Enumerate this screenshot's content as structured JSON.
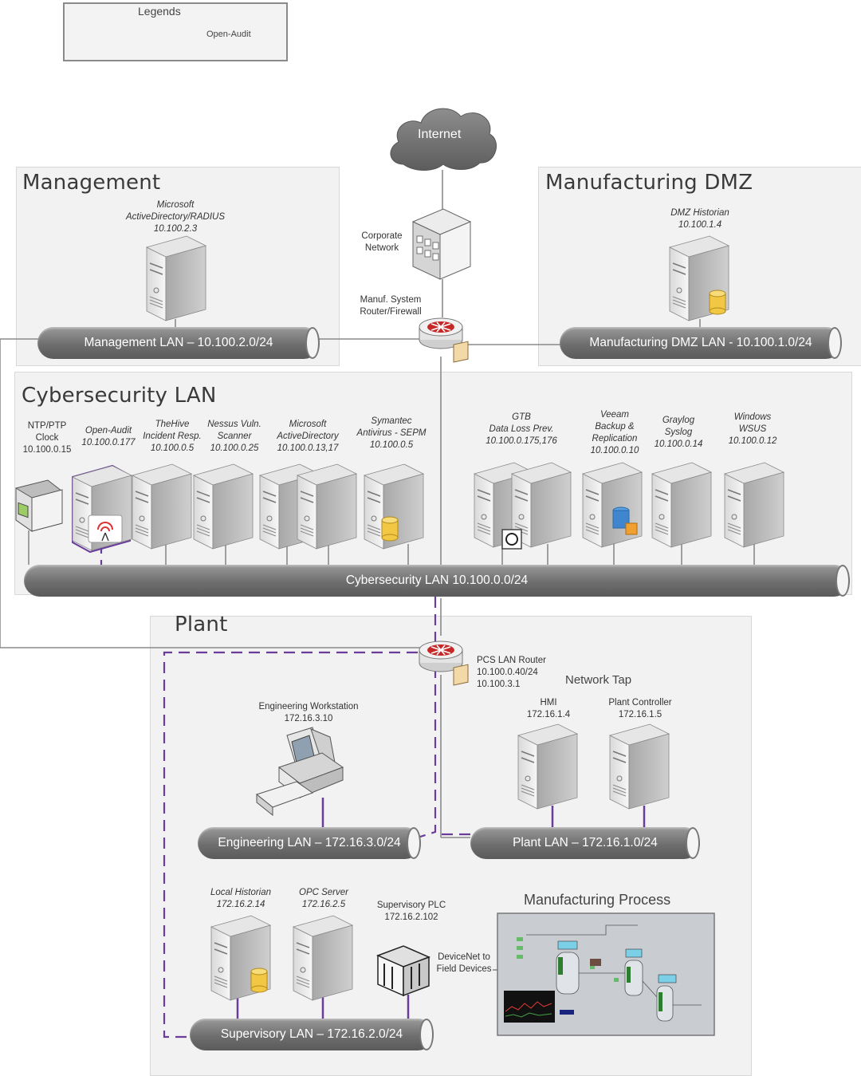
{
  "legend": {
    "title": "Legends",
    "item": "Open-Audit"
  },
  "internet": {
    "label": "Internet"
  },
  "corporate": {
    "label": "Corporate Network"
  },
  "firewall": {
    "label": "Manuf. System Router/Firewall"
  },
  "zones": {
    "management": {
      "title": "Management"
    },
    "dmz": {
      "title": "Manufacturing DMZ"
    },
    "cyber": {
      "title": "Cybersecurity LAN"
    },
    "plant": {
      "title": "Plant"
    }
  },
  "management": {
    "server": {
      "name_l1": "Microsoft",
      "name_l2": "ActiveDirectory/RADIUS",
      "ip": "10.100.2.3"
    },
    "lan": "Management LAN – 10.100.2.0/24"
  },
  "dmz": {
    "server": {
      "name": "DMZ Historian",
      "ip": "10.100.1.4"
    },
    "lan": "Manufacturing DMZ LAN - 10.100.1.0/24"
  },
  "cyber": {
    "devices": [
      {
        "l1": "NTP/PTP",
        "l2": "Clock",
        "l3": "10.100.0.15"
      },
      {
        "l1": "Open-Audit",
        "l2": "10.100.0.177",
        "l3": ""
      },
      {
        "l1": "TheHive",
        "l2": "Incident Resp.",
        "l3": "10.100.0.5"
      },
      {
        "l1": "Nessus Vuln.",
        "l2": "Scanner",
        "l3": "10.100.0.25"
      },
      {
        "l1": "Microsoft",
        "l2": "ActiveDirectory",
        "l3": "10.100.0.13,17"
      },
      {
        "l1": "Symantec",
        "l2": "Antivirus - SEPM",
        "l3": "10.100.0.5"
      },
      {
        "l1": "GTB",
        "l2": "Data Loss Prev.",
        "l3": "10.100.0.175,176"
      },
      {
        "l1": "Veeam",
        "l2": "Backup &",
        "l3": "Replication",
        "l4": "10.100.0.10"
      },
      {
        "l1": "Graylog",
        "l2": "Syslog",
        "l3": "10.100.0.14"
      },
      {
        "l1": "Windows",
        "l2": "WSUS",
        "l3": "10.100.0.12"
      }
    ],
    "lan": "Cybersecurity LAN 10.100.0.0/24"
  },
  "plant": {
    "router": {
      "l1": "PCS LAN Router",
      "l2": "10.100.0.40/24",
      "l3": "10.100.3.1"
    },
    "network_tap": "Network Tap",
    "eng_ws": {
      "name": "Engineering Workstation",
      "ip": "172.16.3.10"
    },
    "hmi": {
      "name": "HMI",
      "ip": "172.16.1.4"
    },
    "plc_ctrl": {
      "name": "Plant Controller",
      "ip": "172.16.1.5"
    },
    "eng_lan": "Engineering LAN – 172.16.3.0/24",
    "plant_lan": "Plant LAN – 172.16.1.0/24",
    "historian": {
      "name": "Local Historian",
      "ip": "172.16.2.14"
    },
    "opc": {
      "name": "OPC Server",
      "ip": "172.16.2.5"
    },
    "sup_plc": {
      "name": "Supervisory PLC",
      "ip": "172.16.2.102"
    },
    "devicenet": "DeviceNet to Field Devices",
    "mfg_process": "Manufacturing Process",
    "sup_lan": "Supervisory LAN – 172.16.2.0/24"
  },
  "colors": {
    "openaudit": "#6a3d9a",
    "pipe": "#7a7a7a",
    "zone": "#f2f2f2"
  }
}
